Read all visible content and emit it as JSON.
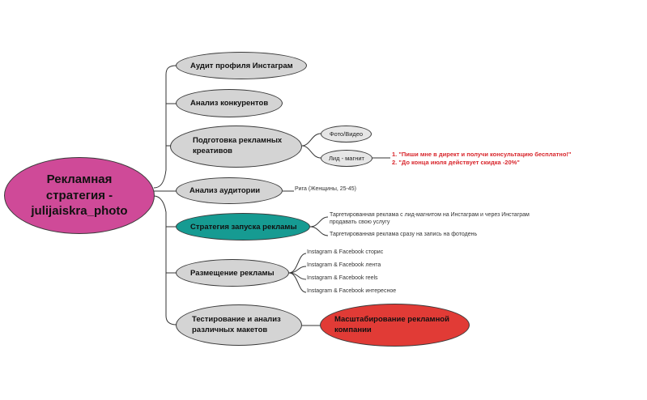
{
  "root": {
    "title_lines": [
      "Рекламная",
      "стратегия -",
      "julijaiskra_photo"
    ]
  },
  "branches": {
    "audit": "Аудит профиля Инстаграм",
    "competitors": "Анализ конкурентов",
    "creatives": {
      "title_lines": [
        "Подготовка рекламных",
        "креативов"
      ],
      "photo": "Фото/Видео",
      "lead": "Лид - магнит",
      "lead_notes": [
        "1. \"Пиши мне в директ и получи консультацию бесплатно!\"",
        "2. \"До конца июля действует скидка -20%\""
      ]
    },
    "audience": {
      "title": "Анализ аудитории",
      "leaf": "Рига (Женщины, 25-45)"
    },
    "strategy": {
      "title": "Стратегия запуска рекламы",
      "leaf1_lines": [
        "Таргетированная реклама с лид-магнитом на Инстаграм и через Инстаграм",
        "продавать свою услугу"
      ],
      "leaf2": "Таргетированная реклама сразу на запись на фотодень"
    },
    "placement": {
      "title": "Размещение рекламы",
      "items": [
        "Instagram & Facebook сторис",
        "Instagram & Facebook лента",
        "Instagram & Facebook reels",
        "Instagram & Facebook интересное"
      ]
    },
    "testing": {
      "title_lines": [
        "Тестирование и анализ",
        "различных макетов"
      ],
      "scale_lines": [
        "Масштабирование рекламной",
        "компании"
      ]
    }
  },
  "colors": {
    "root": "#cf4a98",
    "topic": "#d4d4d4",
    "strategy": "#169b92",
    "scale": "#e13b36",
    "notes": "#d8262c"
  }
}
